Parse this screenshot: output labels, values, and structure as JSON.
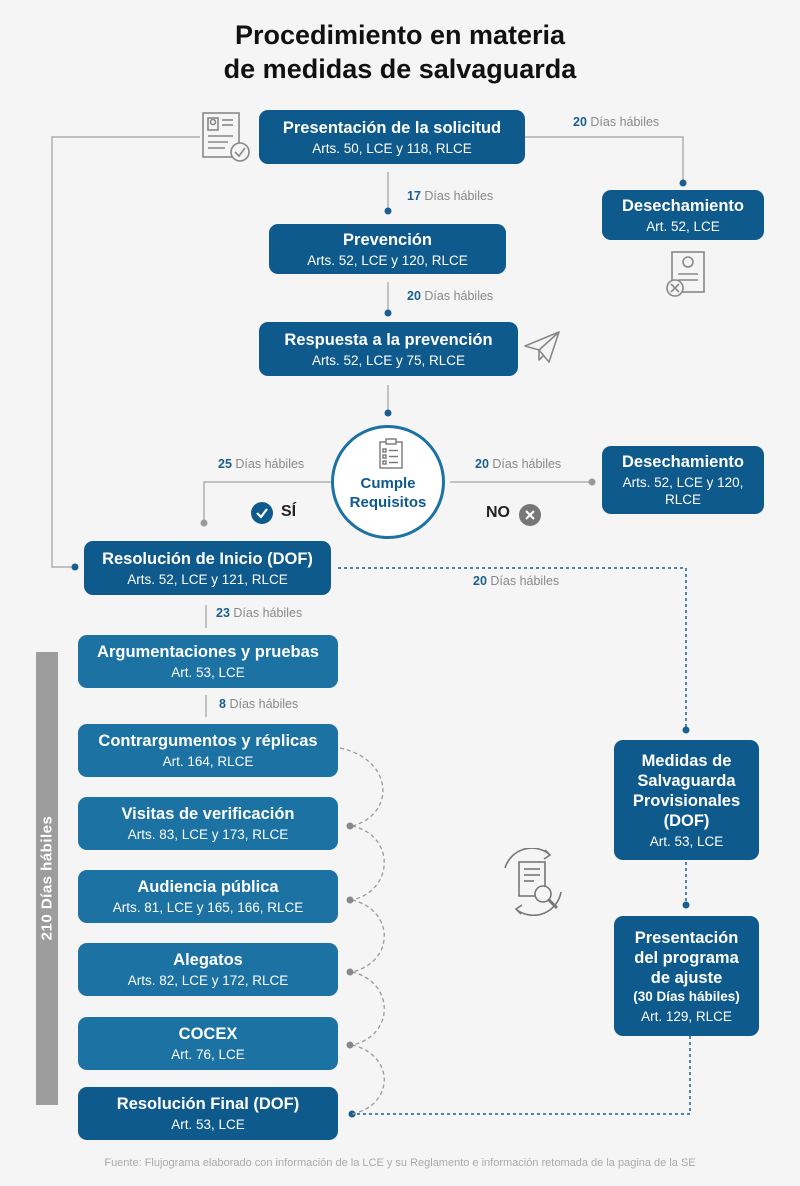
{
  "title": {
    "line1": "Procedimiento en materia",
    "line2": "de medidas de salvaguarda"
  },
  "boxes": {
    "presentacion": {
      "title": "Presentación de la solicitud",
      "sub": "Arts. 50, LCE y 118, RLCE"
    },
    "desechamiento1": {
      "title": "Desechamiento",
      "sub": "Art. 52, LCE"
    },
    "prevencion": {
      "title": "Prevención",
      "sub": "Arts. 52, LCE y 120, RLCE"
    },
    "respuesta": {
      "title": "Respuesta a la prevención",
      "sub": "Arts. 52, LCE y 75, RLCE"
    },
    "desechamiento2": {
      "title": "Desechamiento",
      "sub1": "Arts. 52, LCE y 120,",
      "sub2": "RLCE"
    },
    "resolucion_inicio": {
      "title": "Resolución de Inicio (DOF)",
      "sub": "Arts. 52, LCE y 121, RLCE"
    },
    "argumentaciones": {
      "title": "Argumentaciones y pruebas",
      "sub": "Art. 53, LCE"
    },
    "contrargumentos": {
      "title": "Contrargumentos y réplicas",
      "sub": "Art. 164, RLCE"
    },
    "visitas": {
      "title": "Visitas de verificación",
      "sub": "Arts. 83, LCE y 173, RLCE"
    },
    "audiencia": {
      "title": "Audiencia pública",
      "sub": "Arts. 81, LCE y 165, 166, RLCE"
    },
    "alegatos": {
      "title": "Alegatos",
      "sub": "Arts. 82, LCE y 172, RLCE"
    },
    "cocex": {
      "title": "COCEX",
      "sub": "Art. 76, LCE"
    },
    "resolucion_final": {
      "title": "Resolución Final (DOF)",
      "sub": "Art. 53, LCE"
    },
    "medidas": {
      "line1": "Medidas de",
      "line2": "Salvaguarda",
      "line3": "Provisionales",
      "line4": "(DOF)",
      "sub": "Art. 53, LCE"
    },
    "programa": {
      "line1": "Presentación",
      "line2": "del programa",
      "line3": "de ajuste",
      "note": "(30 Días hábiles)",
      "sub": "Art. 129, RLCE"
    }
  },
  "decision": {
    "line1": "Cumple",
    "line2": "Requisitos",
    "yes": "SÍ",
    "no": "NO"
  },
  "durations": {
    "d1": {
      "num": "20",
      "text": "Días hábiles"
    },
    "d2": {
      "num": "17",
      "text": "Días hábiles"
    },
    "d3": {
      "num": "20",
      "text": "Días hábiles"
    },
    "d4": {
      "num": "25",
      "text": "Días hábiles"
    },
    "d5": {
      "num": "20",
      "text": "Días hábiles"
    },
    "d6": {
      "num": "20",
      "text": "Días hábiles"
    },
    "d7": {
      "num": "23",
      "text": "Días hábiles"
    },
    "d8": {
      "num": "8",
      "text": "Días hábiles"
    }
  },
  "sidebar": {
    "label": "210 Días hábiles"
  },
  "footer": "Fuente: Flujograma elaborado con información de la LCE y su Reglamento e información retomada de la pagina de la SE",
  "colors": {
    "dark": "#0f5a8c",
    "light": "#1b72a3",
    "background": "#f5f5f5",
    "sidebar": "#9d9d9d"
  },
  "icons": [
    "document-check-icon",
    "document-reject-icon",
    "paper-plane-icon",
    "clipboard-checklist-icon",
    "check-circle-icon",
    "x-circle-icon",
    "document-search-icon"
  ]
}
